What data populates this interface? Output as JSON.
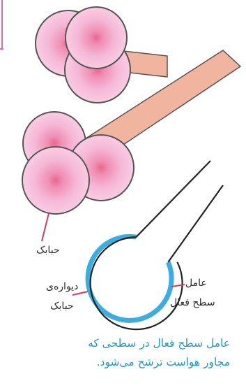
{
  "labels": {
    "bubble": "حبابک",
    "wall_line1": "دیواره‌ی",
    "wall_line2": "حبابک",
    "surfactant_line1": "عامل",
    "surfactant_line2": "سطح فعال"
  },
  "caption": {
    "line1": "عامل سطح فعال در سطحی که",
    "line2": "مجاور هواست ترشح می‌شود."
  },
  "colors": {
    "bubble_fill": "#f3aed2",
    "bubble_center": "#e8668f",
    "duct_fill": "#f0b49f",
    "surfactant_layer": "#3aaee0",
    "pointer_line": "#d23a5c",
    "caption_text": "#1c98d8",
    "frame_edge": "#e56aa3"
  }
}
